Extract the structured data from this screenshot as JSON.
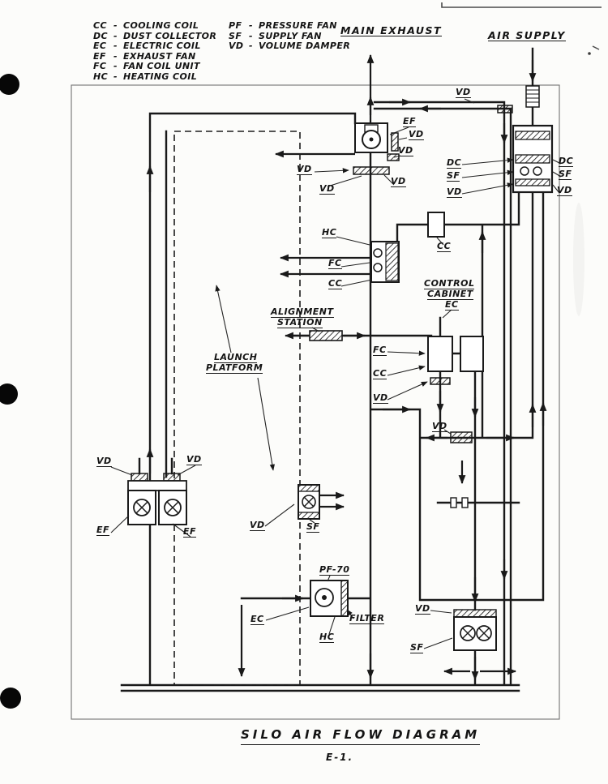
{
  "page": {
    "title": "SILO AIR FLOW DIAGRAM",
    "sheet_no": "E-1.",
    "header_main_exhaust": "MAIN EXHAUST",
    "header_air_supply": "AIR SUPPLY"
  },
  "colors": {
    "ink": "#191919",
    "paper": "#fcfcfa"
  },
  "legend": {
    "separator": "-",
    "col1": [
      {
        "abbr": "CC",
        "name": "COOLING COIL"
      },
      {
        "abbr": "DC",
        "name": "DUST COLLECTOR"
      },
      {
        "abbr": "EC",
        "name": "ELECTRIC COIL"
      },
      {
        "abbr": "EF",
        "name": "EXHAUST FAN"
      },
      {
        "abbr": "FC",
        "name": "FAN COIL UNIT"
      },
      {
        "abbr": "HC",
        "name": "HEATING COIL"
      }
    ],
    "col2": [
      {
        "abbr": "PF",
        "name": "PRESSURE FAN"
      },
      {
        "abbr": "SF",
        "name": "SUPPLY FAN"
      },
      {
        "abbr": "VD",
        "name": "VOLUME DAMPER"
      }
    ]
  },
  "labels": {
    "vd": "VD",
    "ef": "EF",
    "dc": "DC",
    "sf": "SF",
    "cc": "CC",
    "hc": "HC",
    "fc": "FC",
    "ec": "EC",
    "pf70": "PF-70",
    "filter": "FILTER",
    "control_line1": "CONTROL",
    "control_line2": "CABINET",
    "alignment_line1": "ALIGNMENT",
    "alignment_line2": "STATION",
    "launch_line1": "LAUNCH",
    "launch_line2": "PLATFORM"
  }
}
